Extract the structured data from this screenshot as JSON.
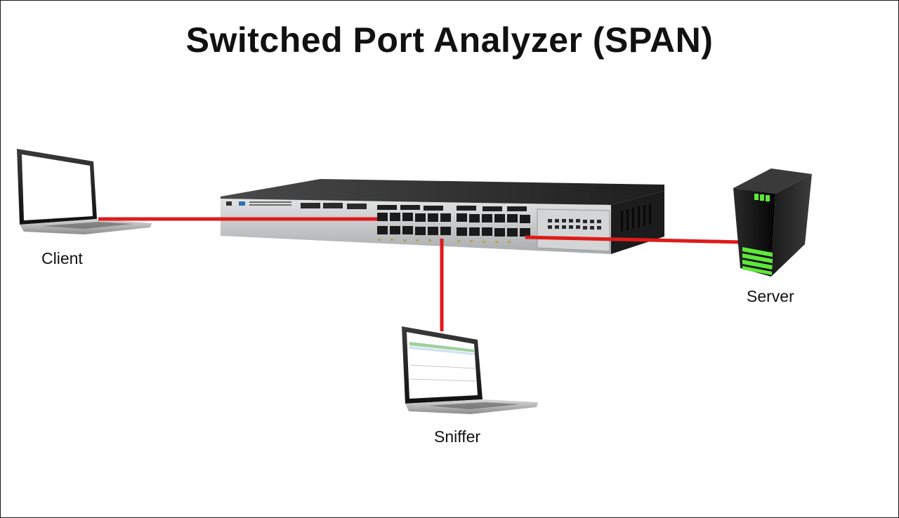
{
  "title": "Switched Port Analyzer (SPAN)",
  "nodes": {
    "client": {
      "label": "Client",
      "icon": "laptop-icon"
    },
    "sniffer": {
      "label": "Sniffer",
      "icon": "laptop-icon"
    },
    "server": {
      "label": "Server",
      "icon": "server-icon"
    },
    "switch": {
      "icon": "network-switch-icon"
    }
  },
  "colors": {
    "link": "#e01a1a",
    "server_led": "#5ee83a",
    "switch_body": "#2b2b2b",
    "switch_face": "#c9cbcd"
  }
}
